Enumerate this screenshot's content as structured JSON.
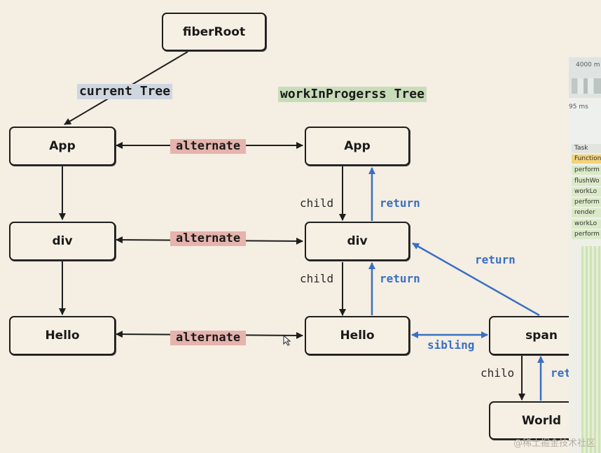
{
  "labels": {
    "current_tree": "current Tree",
    "wip_tree": "workInProgerss Tree",
    "alternate": "alternate",
    "child": "child",
    "child_alt": "chilo",
    "return": "return",
    "sibling": "sibling"
  },
  "nodes": {
    "fiber_root": "fiberRoot",
    "cur_app": "App",
    "cur_div": "div",
    "cur_hello": "Hello",
    "wip_app": "App",
    "wip_div": "div",
    "wip_hello": "Hello",
    "span": "span",
    "world": "World"
  },
  "devtools": {
    "ruler_top": "4000 m",
    "ruler_ms": "95 ms",
    "tasks": [
      "Task",
      "Function",
      "perform",
      "flushWo",
      "workLo",
      "perform",
      "render",
      "workLo",
      "perform"
    ]
  },
  "watermark": "@稀土掘金技术社区",
  "colors": {
    "blue": "#3a6fc2",
    "black": "#1e1e1e",
    "current_tag": "#cfd6df",
    "wip_tag": "#c9dcb9",
    "alternate_tag": "#e6b3ad"
  }
}
